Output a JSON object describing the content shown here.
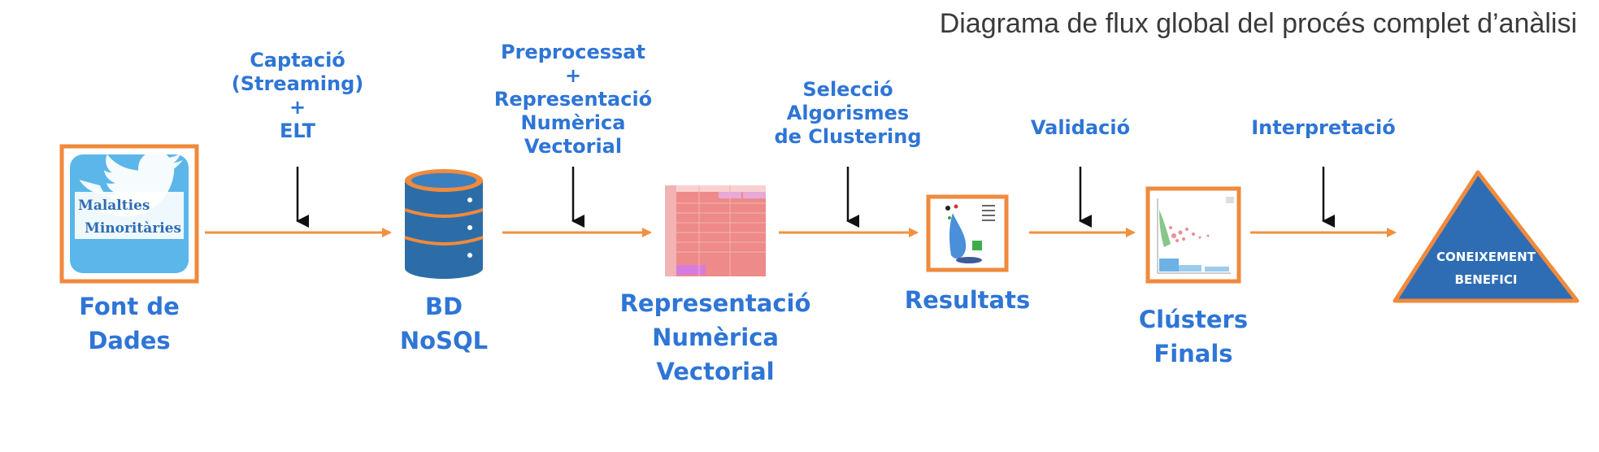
{
  "title": "Diagrama de flux global del procés complet d’anàlisi",
  "source_card": {
    "line1": "Malalties",
    "line2": "Minoritàries"
  },
  "stages": {
    "source": [
      "Font de",
      "Dades"
    ],
    "db": [
      "BD",
      "NoSQL"
    ],
    "vector": [
      "Representació",
      "Numèrica",
      "Vectorial"
    ],
    "results": [
      "Resultats"
    ],
    "clusters": [
      "Clústers",
      "Finals"
    ]
  },
  "steps": {
    "capture": [
      "Captació",
      "(Streaming)",
      "+",
      "ELT"
    ],
    "preprocess": [
      "Preprocessat",
      "+",
      "Representació",
      "Numèrica",
      "Vectorial"
    ],
    "selection": [
      "Selecció",
      "Algorismes",
      "de Clustering"
    ],
    "validation": [
      "Validació"
    ],
    "interpretation": [
      "Interpretació"
    ]
  },
  "knowledge": [
    "CONEIXEMENT",
    "BENEFICI"
  ],
  "colors": {
    "accent_blue": "#2E75D6",
    "frame_orange": "#F08A3C",
    "arrow_orange": "#F0913F",
    "db_blue": "#2C6DA8",
    "twitter_blue": "#5BB6E9",
    "triangle_blue": "#2E6DB4",
    "table_pink": "#EE8A8A"
  },
  "icons": [
    "twitter-bird-icon",
    "database-icon",
    "table-thumbnail-icon",
    "scatter-plot-icon",
    "cluster-plot-icon",
    "triangle-icon"
  ]
}
